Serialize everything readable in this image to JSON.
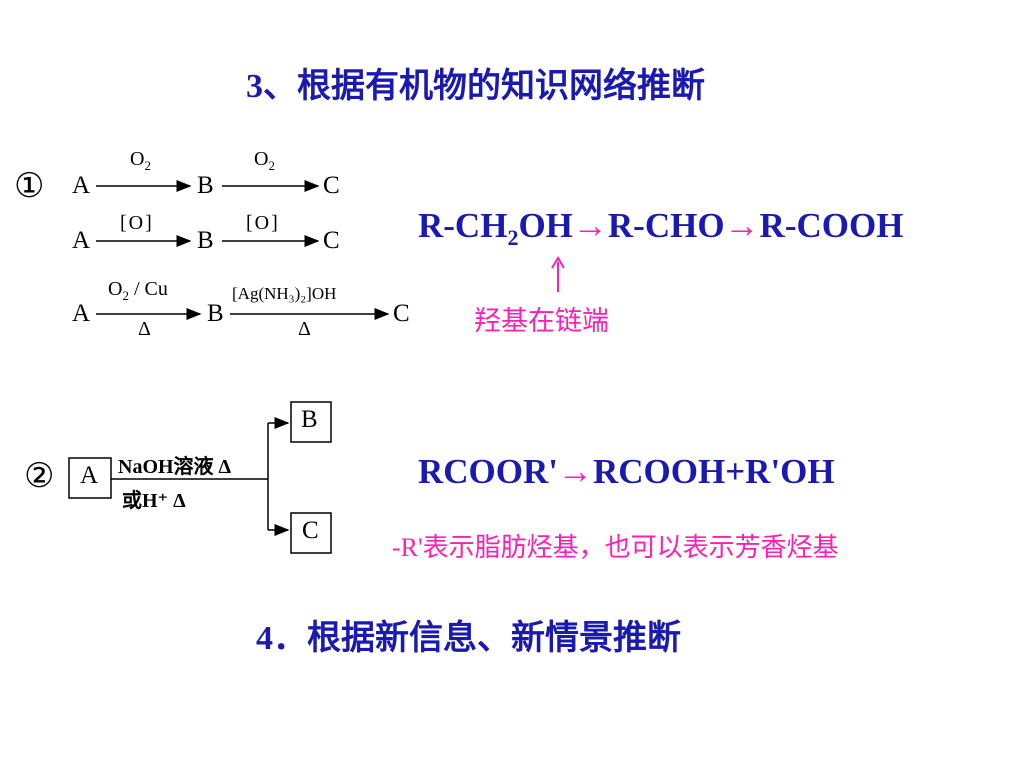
{
  "heading_3": "3、根据有机物的知识网络推断",
  "heading_4": "4．根据新信息、新情景推断",
  "diagram1": {
    "marker": "①",
    "row1": {
      "a": "A",
      "reagent1": "O",
      "reagent1_sub": "2",
      "b": "B",
      "reagent2": "O",
      "reagent2_sub": "2",
      "c": "C"
    },
    "row2": {
      "a": "A",
      "reagent1": "[O]",
      "b": "B",
      "reagent2": "[O]",
      "c": "C"
    },
    "row3": {
      "a": "A",
      "reagent1_top": "O",
      "reagent1_top_sub": "2",
      "reagent1_top_tail": " / Cu",
      "reagent1_bottom": "Δ",
      "b": "B",
      "reagent2_top": "[Ag(NH₃)₂]OH",
      "reagent2_bottom": "Δ",
      "c": "C"
    }
  },
  "diagram2": {
    "marker": "②",
    "start": "A",
    "cond_top": "NaOH溶液  Δ",
    "cond_bottom": "或H⁺  Δ",
    "out1": "B",
    "out2": "C"
  },
  "formula1": {
    "part1": "R-CH",
    "sub": "2",
    "part2": "OH",
    "arrow1": "→",
    "part3": "R-CHO",
    "arrow2": "→",
    "part4": "R-COOH"
  },
  "note1": "羟基在链端",
  "formula2": {
    "part1": "RCOOR'",
    "arrow": "→",
    "part2": "RCOOH+R'OH"
  },
  "note2": "-R'表示脂肪烃基，也可以表示芳香烃基",
  "colors": {
    "heading": "#1a1ab0",
    "formula": "#1a1ab0",
    "note": "#ff1fb4",
    "diagram": "#000000"
  }
}
